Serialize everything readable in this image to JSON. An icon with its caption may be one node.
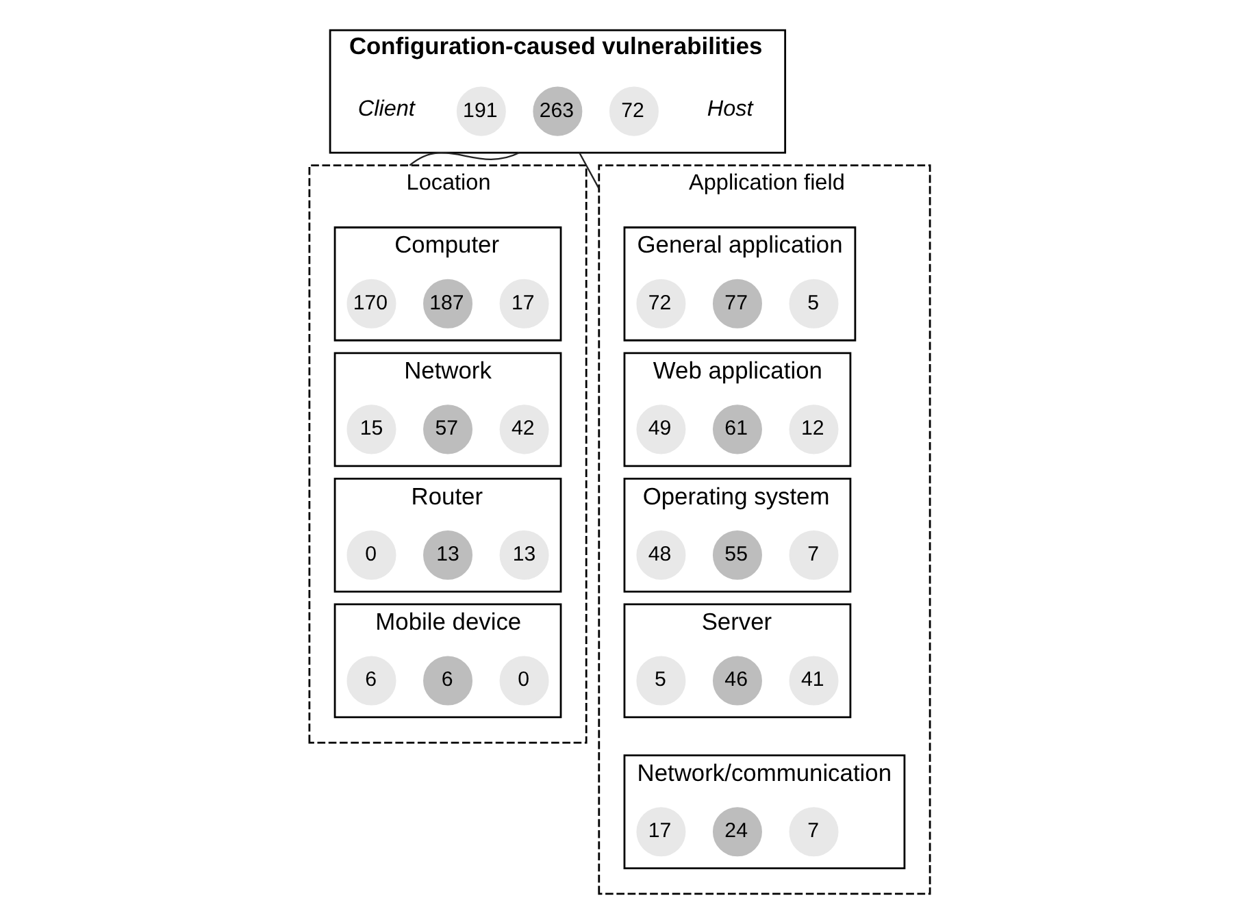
{
  "diagram": {
    "nodes": [
      {
        "text": [
          "Configuration-caused vulnerabilities"
        ]
      },
      {
        "text": [
          "191"
        ],
        "in": 0
      },
      {
        "text": [
          "263"
        ],
        "in": 0
      },
      {
        "text": [
          "72"
        ],
        "in": 0
      },
      {
        "text": [
          "Location"
        ]
      },
      {
        "text": [
          "Computer"
        ],
        "in": 4
      },
      {
        "text": [
          "170"
        ],
        "in": 5
      },
      {
        "text": [
          "187"
        ],
        "in": 5
      },
      {
        "text": [
          "17"
        ],
        "in": 5
      },
      {
        "text": [
          "Network"
        ],
        "in": 4
      },
      {
        "text": [
          "15"
        ],
        "in": 9
      },
      {
        "text": [
          "57"
        ],
        "in": 9
      },
      {
        "text": [
          "42"
        ],
        "in": 9
      },
      {
        "text": [
          "Router"
        ],
        "in": 4
      },
      {
        "text": [
          "0"
        ],
        "in": 13
      },
      {
        "text": [
          "13"
        ],
        "in": 13
      },
      {
        "text": [
          "13"
        ],
        "in": 13
      },
      {
        "text": [
          "Mobile device"
        ],
        "in": 4
      },
      {
        "text": [
          "6"
        ],
        "in": 17
      },
      {
        "text": [
          "6"
        ],
        "in": 17
      },
      {
        "text": [
          "0"
        ],
        "in": 17
      },
      {
        "text": [
          "Application field"
        ]
      },
      {
        "text": [
          "General application"
        ],
        "in": 21
      },
      {
        "text": [
          "72"
        ],
        "in": 22
      },
      {
        "text": [
          "77"
        ],
        "in": 22
      },
      {
        "text": [
          "5"
        ],
        "in": 22
      },
      {
        "text": [
          "Web application"
        ],
        "in": 21
      },
      {
        "text": [
          "49"
        ],
        "in": 26
      },
      {
        "text": [
          "61"
        ],
        "in": 26
      },
      {
        "text": [
          "12"
        ],
        "in": 26
      },
      {
        "text": [
          "Operating system"
        ],
        "in": 21
      },
      {
        "text": [
          "48"
        ],
        "in": 30
      },
      {
        "text": [
          "55"
        ],
        "in": 30
      },
      {
        "text": [
          "7"
        ],
        "in": 30
      },
      {
        "text": [
          "Server"
        ],
        "in": 21
      },
      {
        "text": [
          "5"
        ],
        "in": 34
      },
      {
        "text": [
          "46"
        ],
        "in": 34
      },
      {
        "text": [
          "41"
        ],
        "in": 34
      },
      {
        "text": [
          "Network/communication"
        ],
        "in": 21
      },
      {
        "text": [
          "17"
        ],
        "in": 38
      },
      {
        "text": [
          "24"
        ],
        "in": 38
      },
      {
        "text": [
          "7"
        ],
        "in": 38
      }
    ],
    "edges": [
      {
        "from": 0,
        "to": 4,
        "arrow": "none"
      },
      {
        "from": 0,
        "to": 21,
        "arrow": "none"
      }
    ],
    "labels": [
      "Client",
      "Host"
    ]
  }
}
